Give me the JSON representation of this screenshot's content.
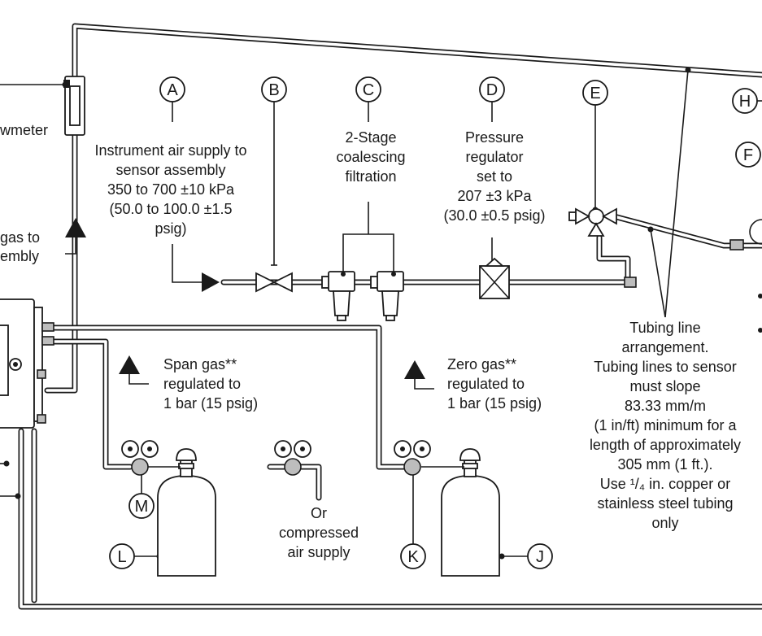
{
  "callouts": {
    "A": "A",
    "B": "B",
    "C": "C",
    "D": "D",
    "E": "E",
    "H": "H",
    "F": "F",
    "J": "J",
    "K": "K",
    "L": "L",
    "M": "M"
  },
  "labels": {
    "flowmeter": "wmeter",
    "sample_gas": [
      "gas to",
      "embly"
    ],
    "instrument_air": [
      "Instrument air supply to",
      "sensor assembly",
      "350 to 700 ±10 kPa",
      "(50.0 to 100.0 ±1.5",
      "psig)"
    ],
    "filtration": [
      "2-Stage",
      "coalescing",
      "filtration"
    ],
    "regulator": [
      "Pressure",
      "regulator",
      "set to",
      "207 ±3 kPa",
      "(30.0 ±0.5 psig)"
    ],
    "span_gas": [
      "Span gas**",
      "regulated to",
      "1 bar (15 psig)"
    ],
    "zero_gas": [
      "Zero gas**",
      "regulated to",
      "1 bar (15 psig)"
    ],
    "compressed_air": [
      "Or",
      "compressed",
      "air supply"
    ],
    "tubing": [
      "Tubing line",
      "arrangement.",
      "Tubing lines to sensor",
      "must slope",
      "83.33 mm/m",
      "(1 in/ft) minimum for a",
      "length of approximately",
      "305 mm (1 ft.).",
      "Use ¹/₄ in. copper or",
      "stainless steel tubing",
      "only"
    ]
  }
}
